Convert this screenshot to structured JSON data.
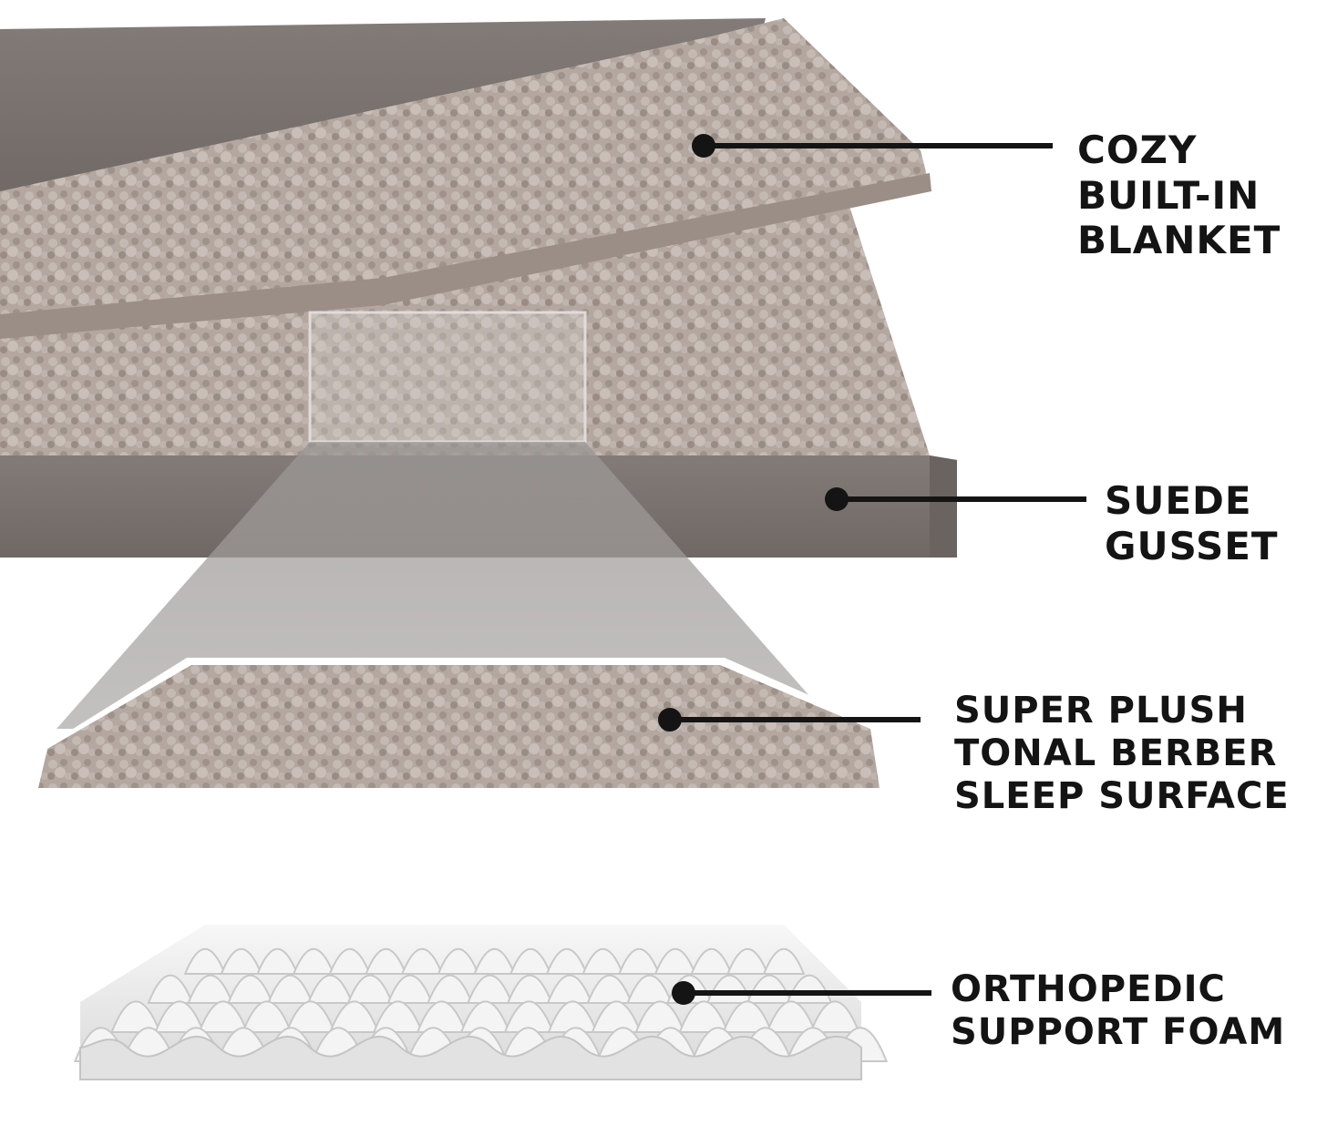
{
  "callouts": [
    {
      "id": "blanket",
      "lines": [
        "COZY",
        "BUILT-IN",
        "BLANKET"
      ]
    },
    {
      "id": "gusset",
      "lines": [
        "SUEDE",
        "GUSSET"
      ]
    },
    {
      "id": "surface",
      "lines": [
        "SUPER PLUSH",
        "TONAL BERBER",
        "SLEEP SURFACE"
      ]
    },
    {
      "id": "foam",
      "lines": [
        "ORTHOPEDIC",
        "SUPPORT FOAM"
      ]
    }
  ],
  "colors": {
    "background": "#ffffff",
    "suede": "#7b7470",
    "berber": "#b3a7a0",
    "berber_dark": "#8f847e",
    "foam": "#ececec",
    "foam_shadow": "#bdbdbd",
    "callout_line": "#141414",
    "callout_text": "#141414"
  }
}
